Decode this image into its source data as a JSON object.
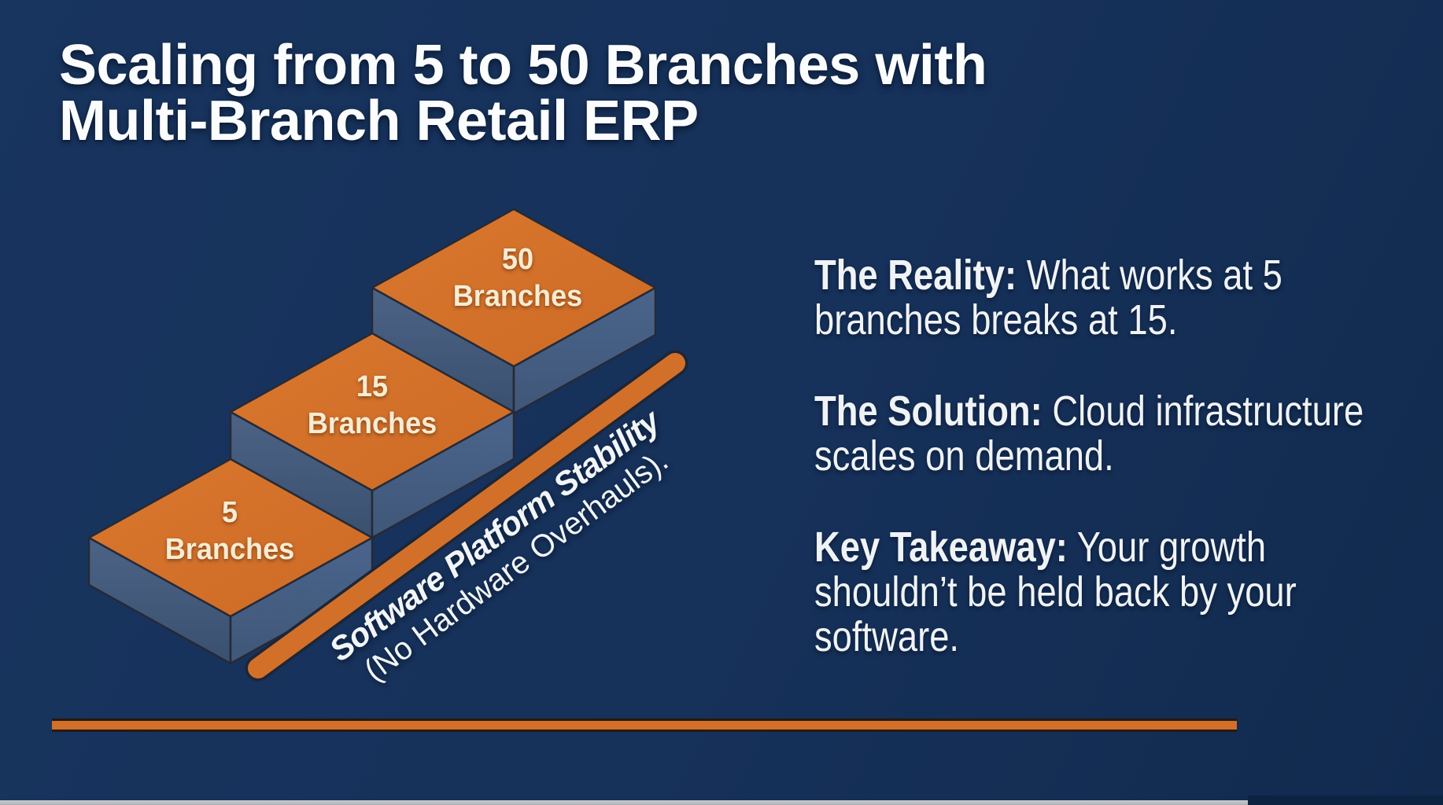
{
  "title": {
    "line1": "Scaling from 5 to 50 Branches with",
    "line2": "Multi-Branch Retail ERP"
  },
  "staircase": {
    "steps": [
      {
        "count": "5",
        "label": "Branches"
      },
      {
        "count": "15",
        "label": "Branches"
      },
      {
        "count": "50",
        "label": "Branches"
      }
    ],
    "bar_caption": {
      "line1": "Software Platform Stability",
      "line2": "(No Hardware Overhauls)."
    }
  },
  "facts": [
    {
      "line1_lead": "The Reality:",
      "line1_rest": " What works at 5",
      "line2": "branches breaks at 15."
    },
    {
      "line1_lead": "The Solution:",
      "line1_rest": " Cloud infrastructure",
      "line2": "scales on demand."
    },
    {
      "line1_lead": "Key Takeaway:",
      "line1_rest": " Your growth",
      "line2": "shouldn’t be held back by your",
      "line3": "software."
    }
  ],
  "colors": {
    "background_navy": "#16315a",
    "accent_orange": "#d2702a",
    "step_side_slate": "#44597c",
    "step_label_cream": "#f8ecd2",
    "text_white": "#f0f3f6"
  }
}
